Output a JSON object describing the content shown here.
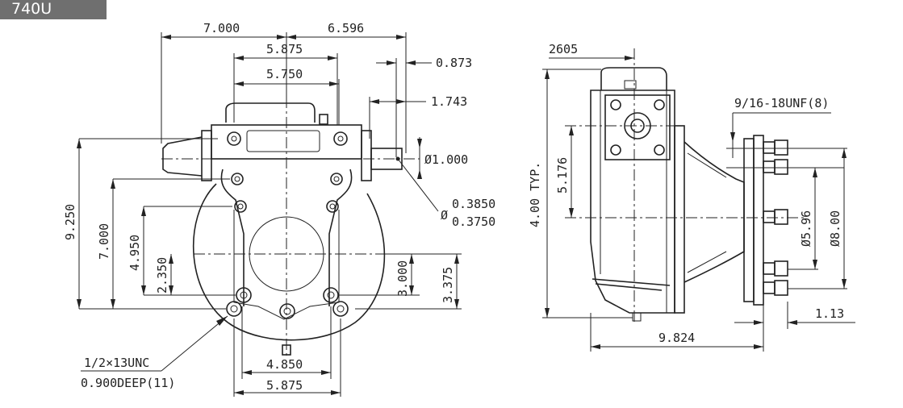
{
  "header": {
    "model_tag": "740U"
  },
  "front_view": {
    "dims": {
      "d_7000": "7.000",
      "d_6596": "6.596",
      "d_5875_top": "5.875",
      "d_5750": "5.750",
      "d_0873": "0.873",
      "d_1743": "1.743",
      "d_shaft": "Ø1.000",
      "d_hole_max": "0.3850",
      "d_hole_min": "0.3750",
      "d_hole_sym": "Ø",
      "d_9250": "9.250",
      "d_7000_v": "7.000",
      "d_4950": "4.950",
      "d_2350": "2.350",
      "d_3000": "3.000",
      "d_3375": "3.375",
      "d_4850": "4.850",
      "d_5875_bottom": "5.875"
    },
    "callout": {
      "line1": "1/2×13UNC",
      "line2": "0.900DEEP(11)"
    }
  },
  "side_view": {
    "dims": {
      "d_2605": "2605",
      "d_thread": "9/16-18UNF(8)",
      "d_5176": "5.176",
      "d_400typ": "4.00 TYP.",
      "d_596": "Ø5.96",
      "d_800": "Ø8.00",
      "d_113": "1.13",
      "d_9824": "9.824"
    }
  }
}
